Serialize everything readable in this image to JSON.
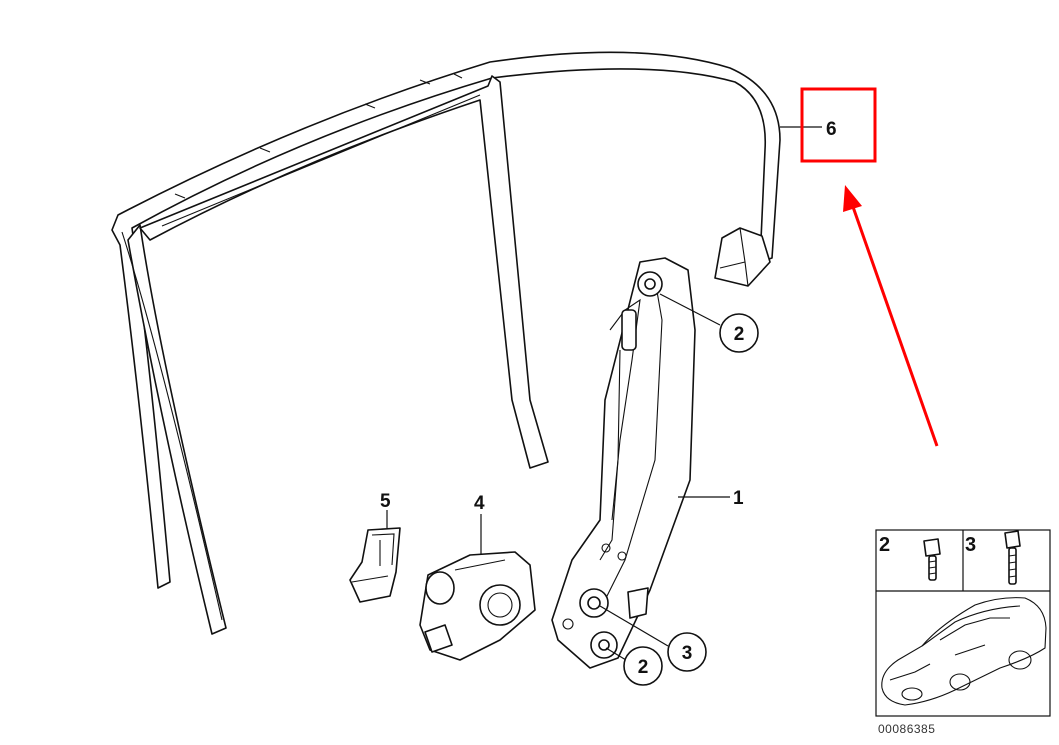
{
  "callouts": {
    "part_1": "1",
    "part_2_top": "2",
    "part_2_bottom": "2",
    "part_3": "3",
    "part_4": "4",
    "part_5": "5",
    "part_6": "6"
  },
  "inset": {
    "label_2": "2",
    "label_3": "3"
  },
  "diagram_code": "00086385",
  "colors": {
    "highlight": "#ff0000",
    "lines": "#111111",
    "background": "#ffffff"
  },
  "icons": [
    "window-seal-frame",
    "window-regulator",
    "electric-motor",
    "connector",
    "bolt",
    "screw",
    "car-outline",
    "red-arrow",
    "highlight-box"
  ]
}
